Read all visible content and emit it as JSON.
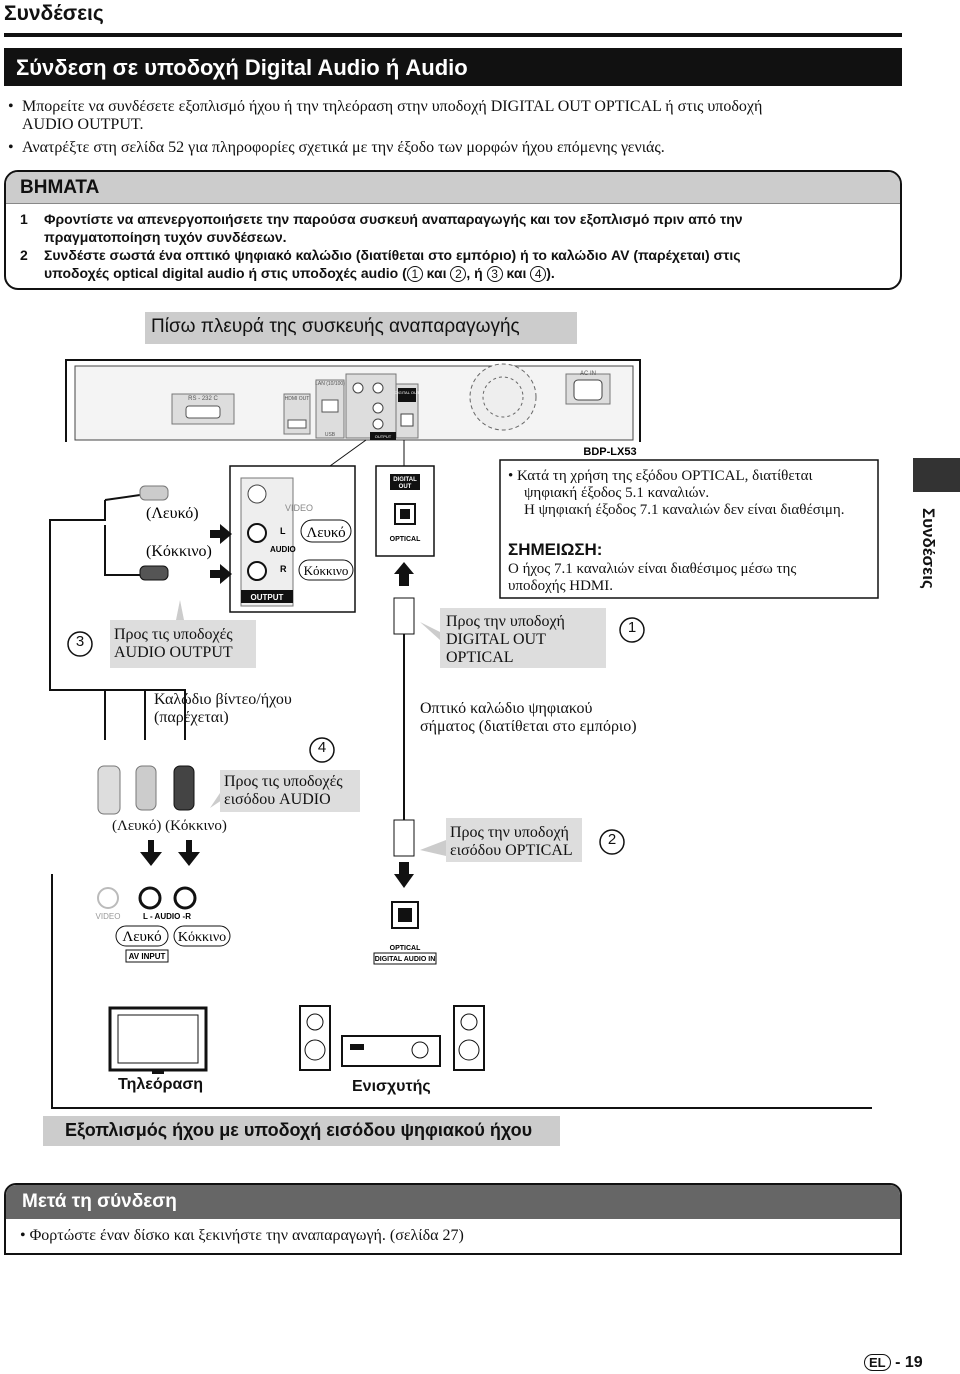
{
  "page_title": "Συνδέσεις",
  "section_title": "Σύνδεση σε υποδοχή Digital Audio ή Audio",
  "intro_bullets": [
    "Μπορείτε να συνδέσετε εξοπλισμό ήχου ή την τηλεόραση στην υποδοχή DIGITAL OUT OPTICAL ή στις υποδοχή",
    "AUDIO OUTPUT.",
    "Ανατρέξτε στη σελίδα 52 για πληροφορίες σχετικά με την έξοδο των μορφών ήχου επόμενης γενιάς."
  ],
  "steps": {
    "heading": "ΒΗΜΑΤΑ",
    "items": [
      {
        "num": "1",
        "line1": "Φροντίστε να απενεργοποιήσετε την παρούσα συσκευή αναπαραγωγής και τον εξοπλισμό πριν από την",
        "line2": "πραγματοποίηση τυχόν συνδέσεων."
      },
      {
        "num": "2",
        "line1": "Συνδέστε σωστά ένα οπτικό ψηφιακό καλώδιο (διατίθεται στο εμπόριο) ή το καλώδιο AV (παρέχεται) στις",
        "line2a": "υποδοχές optical digital audio ή στις υποδοχές audio (",
        "c1": "1",
        "and1": " και ",
        "c2": "2",
        "or": ", ή ",
        "c3": "3",
        "and2": " και ",
        "c4": "4",
        "end": ")."
      }
    ]
  },
  "player_rear_label": "Πίσω πλευρά της συσκευής αναπαραγωγής",
  "player_panel": {
    "rs232c": "RS - 232 C",
    "hdmi_out": "HDMI OUT",
    "lan": "LAN (10/100)",
    "video": "VIDEO",
    "audio": "AUDIO",
    "digital_out": "DIGITAL OUT",
    "output": "OUTPUT",
    "optical": "OPTICAL",
    "ac_in": "AC IN",
    "usb": "USB",
    "model": "BDP-LX53"
  },
  "jack_panel": {
    "video": "VIDEO",
    "l": "L",
    "audio": "AUDIO",
    "r": "R",
    "output": "OUTPUT",
    "white": "Λευκό",
    "red": "Κόκκινο"
  },
  "digital_out_panel": {
    "digital_out": "DIGITAL OUT",
    "optical": "OPTICAL"
  },
  "plug_labels": {
    "white": "(Λευκό)",
    "red": "(Κόκκινο)",
    "white_red": "(Λευκό) (Κόκκινο)"
  },
  "callouts": {
    "to_audio_output": "Προς τις υποδοχές\nAUDIO OUTPUT",
    "to_digital_out": "Προς την υποδοχή\nDIGITAL OUT\nOPTICAL",
    "to_audio_in": "Προς τις υποδοχές\nεισόδου AUDIO",
    "to_optical_in": "Προς την υποδοχή\nεισόδου OPTICAL",
    "av_cable": "Καλώδιο βίντεο/ήχου\n(παρέχεται)",
    "optical_cable": "Οπτικό καλώδιο ψηφιακού\nσήματος (διατίθεται στο εμπόριο)"
  },
  "circled": {
    "one": "1",
    "two": "2",
    "three": "3",
    "four": "4"
  },
  "notes": {
    "bullet_1": "Κατά τη χρήση της εξόδου OPTICAL, διατίθεται",
    "bullet_2": "ψηφιακή έξοδος 5.1 καναλιών.",
    "bullet_3": "Η ψηφιακή έξοδος 7.1 καναλιών δεν είναι διαθέσιμη.",
    "heading": "ΣΗΜΕΙΩΣΗ:",
    "text_1": "Ο ήχος 7.1 καναλιών είναι διαθέσιμος μέσω της",
    "text_2": "υποδοχής HDMI."
  },
  "side_tab": "Συνδέσεις",
  "av_input_panel": {
    "video": "VIDEO",
    "l_audio_r": "L - AUDIO -R",
    "white": "Λευκό",
    "red": "Κόκκινο",
    "av_input": "AV INPUT"
  },
  "optical_input_panel": {
    "optical": "OPTICAL",
    "digital_audio_in": "DIGITAL AUDIO IN"
  },
  "devices": {
    "tv": "Τηλεόραση",
    "amp": "Ενισχυτής"
  },
  "amp_label": "Εξοπλισμός ήχου με υποδοχή εισόδου ψηφιακού ήχου",
  "after": {
    "heading": "Μετά τη σύνδεση",
    "bullet": "Φορτώστε έναν δίσκο και ξεκινήστε την αναπαραγωγή. (σελίδα 27)"
  },
  "footer": {
    "lang": "EL",
    "dash": "-",
    "page": "19"
  }
}
